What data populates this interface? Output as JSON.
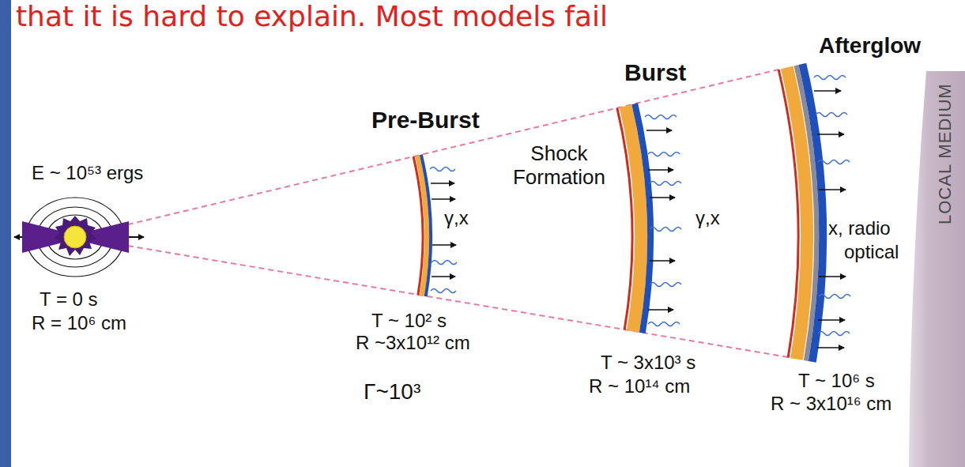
{
  "diagram": {
    "nodes": [
      {
        "text": [
          "LOCAL MEDIUM"
        ]
      }
    ],
    "labels": [
      "that it is hard to explain.  Most models fail",
      "Afterglow",
      "Burst",
      "Pre-Burst",
      "E ~ 10⁵³ ergs",
      "Shock Formation",
      "γ,x",
      "γ,x",
      "x, radio",
      "optical",
      "T = 0 s",
      "R = 10⁶ cm",
      "T ~ 10² s",
      "R ~3x10¹² cm",
      "Γ~10³",
      "T ~ 3x10³ s",
      "R ~ 10¹⁴ cm",
      "T ~ 10⁶ s",
      "R ~ 3x10¹⁶ cm"
    ]
  }
}
